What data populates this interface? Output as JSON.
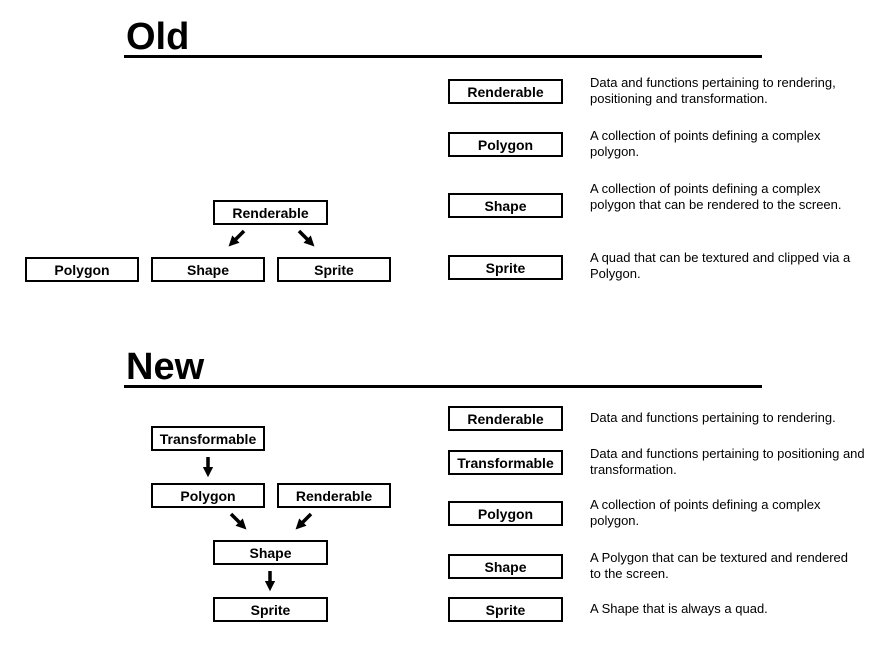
{
  "old": {
    "title": "Old",
    "diagram": {
      "renderable": "Renderable",
      "polygon": "Polygon",
      "shape": "Shape",
      "sprite": "Sprite"
    },
    "legend": [
      {
        "term": "Renderable",
        "description": "Data and functions pertaining to rendering, positioning and transformation."
      },
      {
        "term": "Polygon",
        "description": "A collection of points defining a complex polygon."
      },
      {
        "term": "Shape",
        "description": "A collection of points defining a complex polygon that can be rendered to the screen."
      },
      {
        "term": "Sprite",
        "description": "A quad that can be textured and clipped via a Polygon."
      }
    ]
  },
  "new": {
    "title": "New",
    "diagram": {
      "transformable": "Transformable",
      "polygon": "Polygon",
      "renderable": "Renderable",
      "shape": "Shape",
      "sprite": "Sprite"
    },
    "legend": [
      {
        "term": "Renderable",
        "description": "Data and functions pertaining to rendering."
      },
      {
        "term": "Transformable",
        "description": "Data and functions pertaining to positioning and transformation."
      },
      {
        "term": "Polygon",
        "description": "A collection of points defining a complex polygon."
      },
      {
        "term": "Shape",
        "description": "A Polygon that can be textured and rendered to the screen."
      },
      {
        "term": "Sprite",
        "description": "A Shape that is always a quad."
      }
    ]
  }
}
